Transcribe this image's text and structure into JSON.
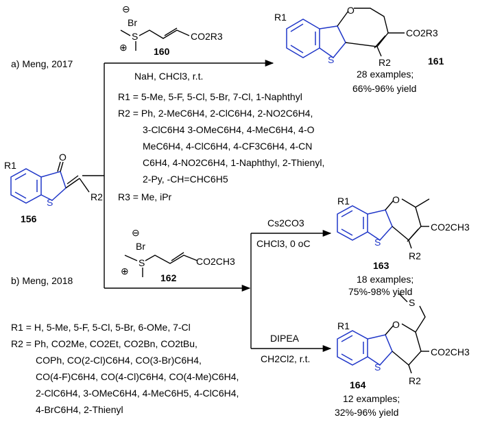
{
  "route_a": {
    "label": "a) Meng, 2017",
    "reagent_number": "160",
    "reagent_ester": "CO2R3",
    "conditions": "NaH, CHCl3, r.t.",
    "product_number": "161",
    "product_examples": "28 examples;",
    "product_yield": "66%-96% yield",
    "product_ester": "CO2R3",
    "product_sub": "R2",
    "product_r1": "R1",
    "r1_line": "R1 = 5-Me, 5-F, 5-Cl, 5-Br, 7-Cl, 1-Naphthyl",
    "r2_lines": [
      "R2 = Ph, 2-MeC6H4, 2-ClC6H4, 2-NO2C6H4,",
      "3-ClC6H4 3-OMeC6H4, 4-MeC6H4, 4-O",
      "MeC6H4, 4-ClC6H4, 4-CF3C6H4, 4-CN",
      "C6H4, 4-NO2C6H4, 1-Naphthyl, 2-Thienyl,",
      "2-Py, -CH=CHC6H5"
    ],
    "r3_line": "R3 = Me, iPr"
  },
  "start": {
    "number": "156",
    "r1": "R1",
    "r2": "R2",
    "oxo": "O",
    "sulfur": "S"
  },
  "route_b": {
    "label": "b) Meng, 2018",
    "reagent_number": "162",
    "reagent_ester": "CO2CH3",
    "upper_conditions_top": "Cs2CO3",
    "upper_conditions_bottom": "CHCl3, 0 oC",
    "lower_conditions_top": "DIPEA",
    "lower_conditions_bottom": "CH2Cl2, r.t.",
    "product_163": {
      "number": "163",
      "examples": "18 examples;",
      "yield": "75%-98% yield",
      "ester": "CO2CH3",
      "sub": "R2",
      "r1": "R1"
    },
    "product_164": {
      "number": "164",
      "examples": "12 examples;",
      "yield": "32%-96% yield",
      "ester": "CO2CH3",
      "sub": "R2",
      "r1": "R1"
    },
    "r1_line": "R1 = H, 5-Me, 5-F, 5-Cl, 5-Br, 6-OMe, 7-Cl",
    "r2_lines": [
      "R2 = Ph, CO2Me,  CO2Et, CO2Bn, CO2tBu,",
      "COPh, CO(2-Cl)C6H4, CO(3-Br)C6H4,",
      "CO(4-F)C6H4, CO(4-Cl)C6H4, CO(4-Me)C6H4,",
      "2-ClC6H4, 3-OMeC6H4, 4-MeC6H5, 4-ClC6H4,",
      "4-BrC6H4, 2-Thienyl"
    ]
  },
  "sulfonium": {
    "counterion": "Br",
    "minus": "⊖",
    "plus": "⊕",
    "atom": "S"
  },
  "atoms": {
    "oxygen": "O",
    "sulfur": "S"
  },
  "colors": {
    "scaffold": "#1f36c8",
    "text": "#000000"
  }
}
